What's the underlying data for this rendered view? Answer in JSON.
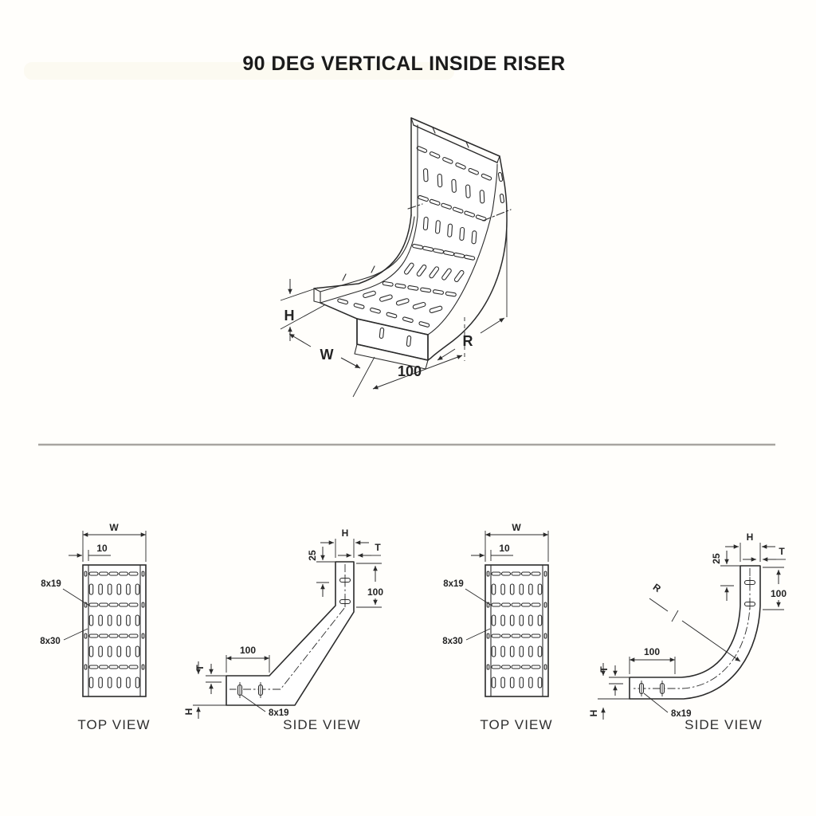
{
  "page": {
    "title": "90 DEG VERTICAL INSIDE RISER"
  },
  "iso": {
    "dim_height": "H",
    "dim_width": "W",
    "dim_tangent": "100",
    "dim_radius": "R"
  },
  "top_view": {
    "caption": "TOP VIEW",
    "dim_width": "W",
    "dim_offset": "10",
    "slot_small_label": "8x19",
    "slot_large_label": "8x30"
  },
  "side_view_angular": {
    "caption": "SIDE VIEW",
    "dim_h_top": "H",
    "dim_t_top": "T",
    "dim_offset": "25",
    "dim_vert": "100",
    "dim_horiz": "100",
    "dim_t_left": "T",
    "dim_h_left": "H",
    "slot_label": "8x19"
  },
  "side_view_curved": {
    "caption": "SIDE VIEW",
    "dim_radius": "R",
    "dim_h_top": "H",
    "dim_t_top": "T",
    "dim_offset": "25",
    "dim_vert": "100",
    "dim_horiz": "100",
    "dim_t_left": "T",
    "dim_h_left": "H",
    "slot_label": "8x19"
  }
}
